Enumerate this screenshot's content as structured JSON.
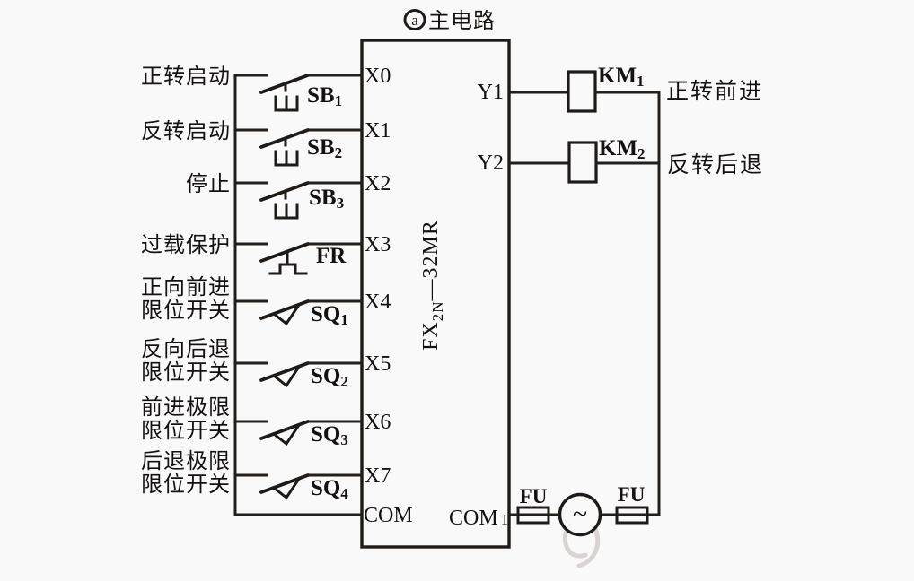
{
  "title": {
    "badge": "a",
    "label": "主电路"
  },
  "plc": {
    "model": {
      "prefix": "FX",
      "sub": "2N",
      "suffix": "—32MR"
    },
    "input_terminals": [
      "X0",
      "X1",
      "X2",
      "X3",
      "X4",
      "X5",
      "X6",
      "X7"
    ],
    "com_input": "COM",
    "output_terminals": [
      "Y1",
      "Y2"
    ],
    "com_output": {
      "text": "COM",
      "sub": "1"
    }
  },
  "inputs": [
    {
      "label1": "正转启动",
      "label2": "",
      "device": "SB",
      "device_sub": "1",
      "type": "pushbutton"
    },
    {
      "label1": "反转启动",
      "label2": "",
      "device": "SB",
      "device_sub": "2",
      "type": "pushbutton"
    },
    {
      "label1": "停止",
      "label2": "",
      "device": "SB",
      "device_sub": "3",
      "type": "pushbutton"
    },
    {
      "label1": "过载保护",
      "label2": "",
      "device": "FR",
      "device_sub": "",
      "type": "thermal-overload"
    },
    {
      "label1": "正向前进",
      "label2": "限位开关",
      "device": "SQ",
      "device_sub": "1",
      "type": "limit-switch"
    },
    {
      "label1": "反向后退",
      "label2": "限位开关",
      "device": "SQ",
      "device_sub": "2",
      "type": "limit-switch"
    },
    {
      "label1": "前进极限",
      "label2": "限位开关",
      "device": "SQ",
      "device_sub": "3",
      "type": "limit-switch"
    },
    {
      "label1": "后退极限",
      "label2": "限位开关",
      "device": "SQ",
      "device_sub": "4",
      "type": "limit-switch"
    }
  ],
  "outputs": [
    {
      "device": "KM",
      "device_sub": "1",
      "label": "正转前进"
    },
    {
      "device": "KM",
      "device_sub": "2",
      "label": "反转后退"
    }
  ],
  "power": {
    "fuse_left": "FU",
    "fuse_right": "FU",
    "source_symbol": "~"
  },
  "colors": {
    "ink": "#1d1a17",
    "paper": "#faf9fa"
  }
}
